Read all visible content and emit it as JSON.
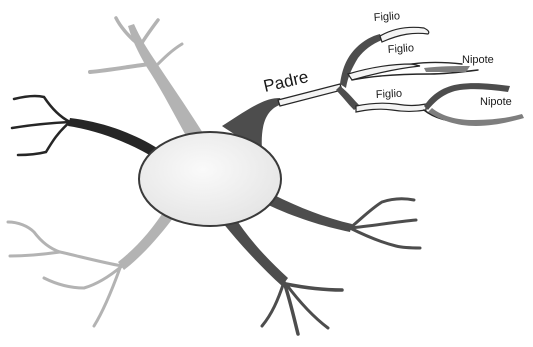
{
  "colors": {
    "background": "#ffffff",
    "branch_black": "#262626",
    "branch_dark": "#4d4d4d",
    "branch_mid": "#7e7e7e",
    "branch_light": "#b3b3b3",
    "branch_pale": "#cccccc",
    "center_fill": "#f1f1f1",
    "center_stroke": "#3a3a3a",
    "outline": "#1a1a1a"
  },
  "labels": {
    "padre": "Padre",
    "figlio_top": "Figlio",
    "figlio_middle": "Figlio",
    "figlio_bottom": "Figlio",
    "nipote_top": "Nipote",
    "nipote_bottom": "Nipote"
  }
}
